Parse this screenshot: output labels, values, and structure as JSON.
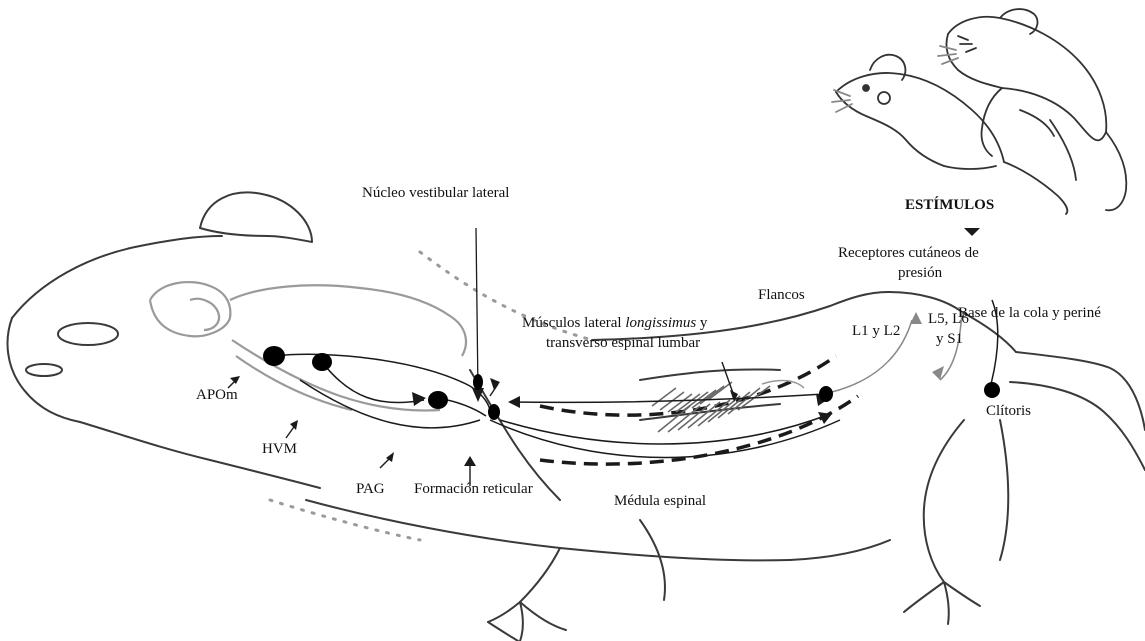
{
  "labels": {
    "estimulos": "ESTÍMULOS",
    "receptores": "Receptores cutáneos de",
    "presion": "presión",
    "nucleo": "Núcleo vestibular lateral",
    "flancos": "Flancos",
    "musculos_a": "Músculos lateral",
    "longissimus": "longissimus",
    "musculos_b": "y",
    "musculos_c": "transverso espinal lumbar",
    "l1l2": "L1 y L2",
    "l5": "L5, L6",
    "ys1": "y S1",
    "base_cola": "Base de la cola y periné",
    "clitoris": "Clítoris",
    "apom": "APOm",
    "hvm": "HVM",
    "pag": "PAG",
    "formacion": "Formación reticular",
    "medula": "Médula espinal"
  },
  "colors": {
    "line": "#1a1a1a",
    "outline": "#3a3a3a",
    "faint": "#9a9a9a",
    "node": "#000000"
  }
}
